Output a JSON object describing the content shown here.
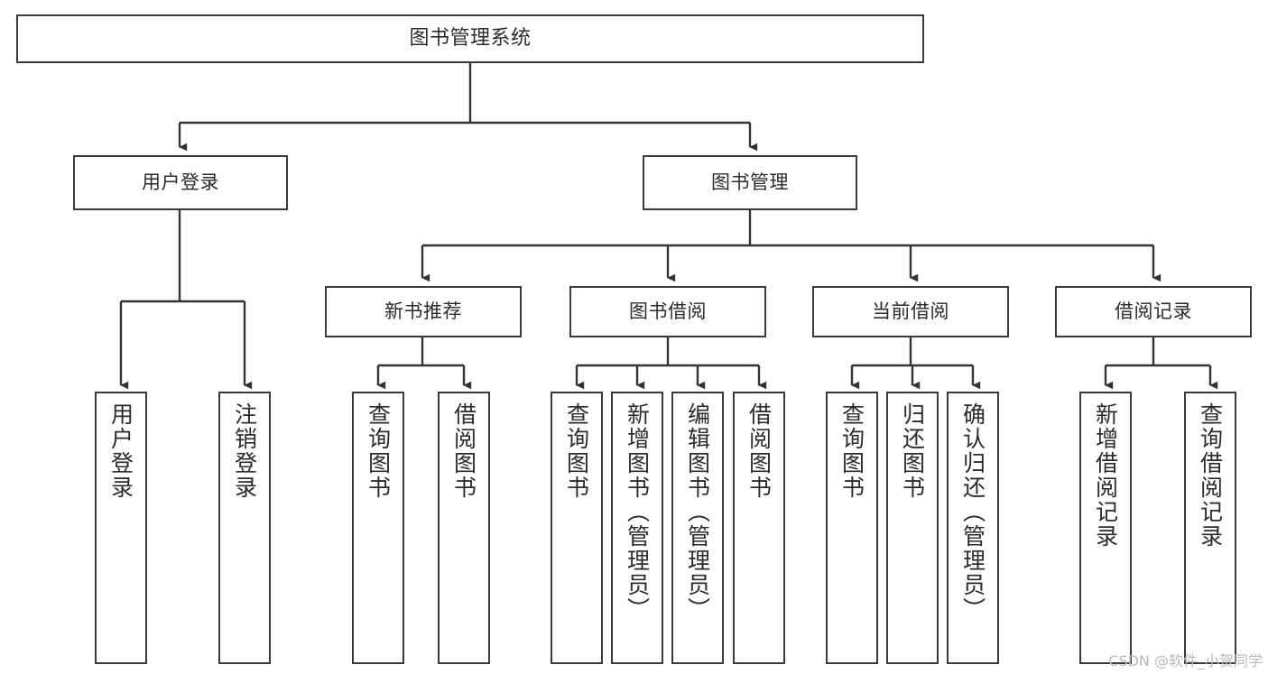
{
  "diagram": {
    "title": "图书管理系统",
    "type": "tree",
    "watermark": "CSDN @软件_小贺同学",
    "colors": {
      "box_border": "#3a3a3a",
      "box_fill": "#ffffff",
      "edge": "#333333",
      "text": "#2b2b2b",
      "watermark": "#b9b9b9",
      "background": "#ffffff"
    },
    "root": {
      "label": "图书管理系统"
    },
    "level2": [
      {
        "label": "用户登录"
      },
      {
        "label": "图书管理"
      }
    ],
    "level3": [
      {
        "label": "新书推荐"
      },
      {
        "label": "图书借阅"
      },
      {
        "label": "当前借阅"
      },
      {
        "label": "借阅记录"
      }
    ],
    "leaves": {
      "user_login": [
        {
          "label": "用户登录"
        },
        {
          "label": "注销登录"
        }
      ],
      "new_book_recommend": [
        {
          "label": "查询图书"
        },
        {
          "label": "借阅图书"
        }
      ],
      "book_borrow": [
        {
          "label": "查询图书"
        },
        {
          "label": "新增图书（管理员）"
        },
        {
          "label": "编辑图书（管理员）"
        },
        {
          "label": "借阅图书"
        }
      ],
      "current_borrow": [
        {
          "label": "查询图书"
        },
        {
          "label": "归还图书"
        },
        {
          "label": "确认归还（管理员）"
        }
      ],
      "borrow_record": [
        {
          "label": "新增借阅记录"
        },
        {
          "label": "查询借阅记录"
        }
      ]
    }
  }
}
